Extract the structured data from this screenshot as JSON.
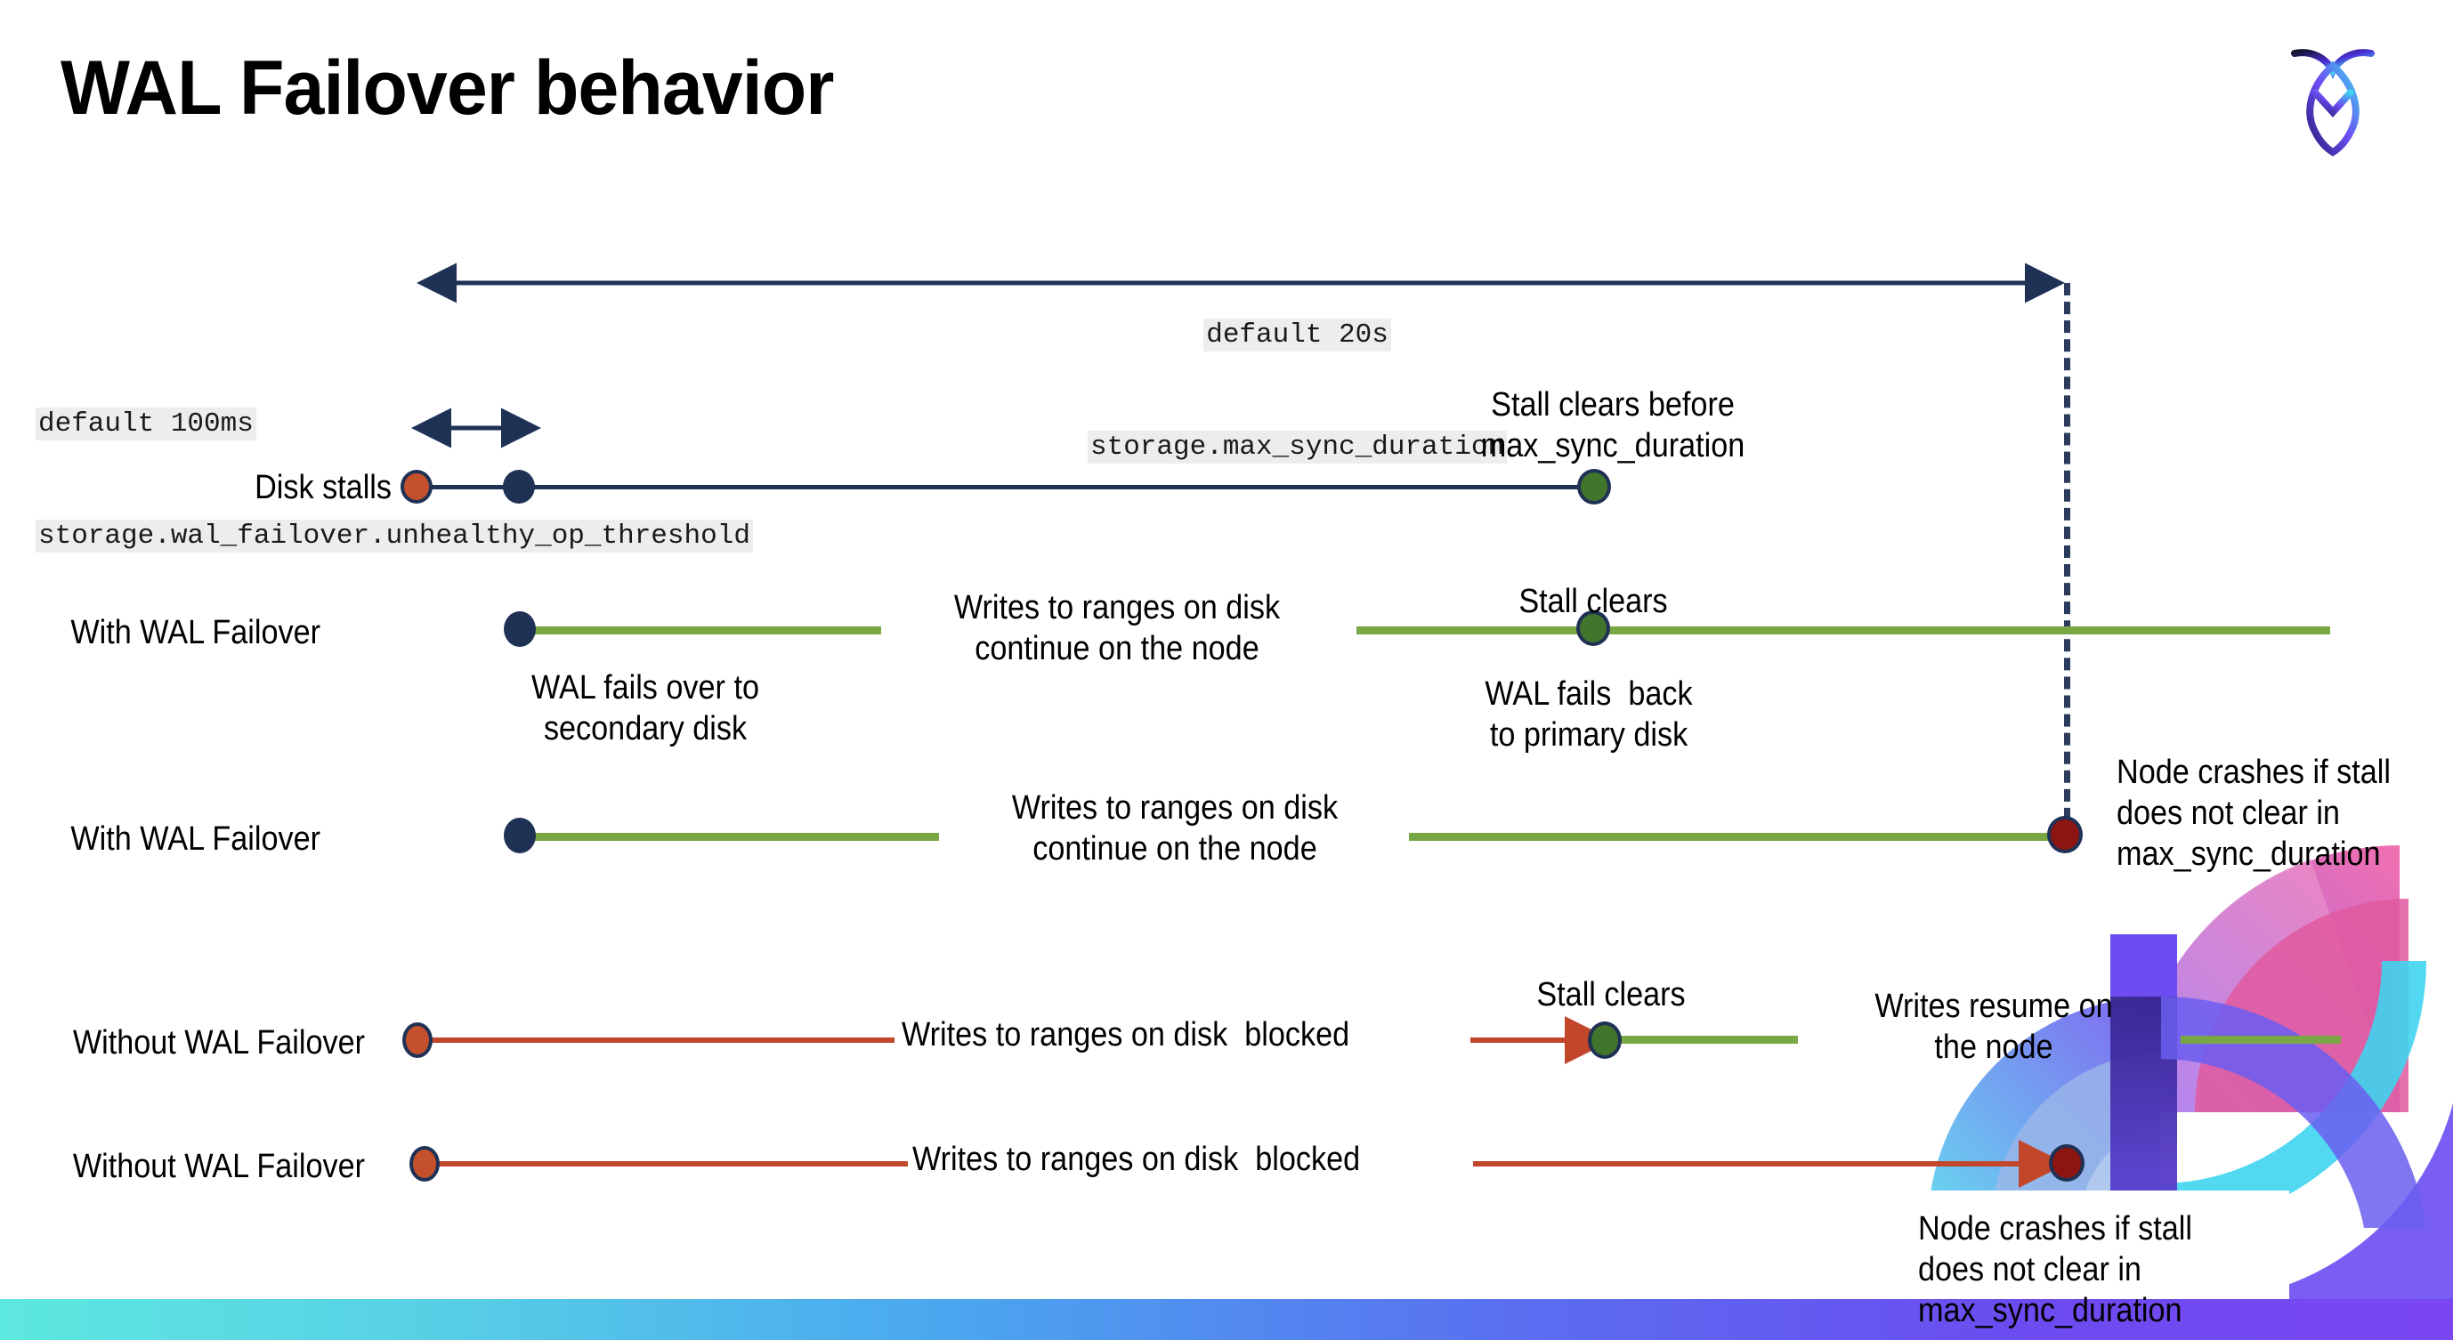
{
  "page": {
    "title": "WAL Failover behavior",
    "logo_icon": "cockroach-logo-icon"
  },
  "annotations": {
    "max_sync": {
      "line1": "default 20s",
      "line2": "storage.max_sync_duration"
    },
    "unhealthy_op": {
      "line1": "default 100ms",
      "line2": "storage.wal_failover.unhealthy_op_threshold"
    }
  },
  "rows": [
    {
      "id": "disk-stalls",
      "label": "Disk stalls",
      "note_above": "Stall clears before\nmax_sync_duration"
    },
    {
      "id": "with-wal-failover-1",
      "label": "With WAL Failover",
      "note_mid": "Writes to ranges on disk\ncontinue on the node",
      "note_below_left": "WAL fails over to\nsecondary disk",
      "note_above_right": "Stall clears",
      "note_below_right": "WAL fails  back\nto primary disk"
    },
    {
      "id": "with-wal-failover-2",
      "label": "With WAL Failover",
      "note_mid": "Writes to ranges on disk\ncontinue on the node",
      "note_right": "Node crashes if stall\ndoes not clear in\nmax_sync_duration"
    },
    {
      "id": "without-wal-failover-1",
      "label": "Without WAL Failover",
      "note_mid": "Writes to ranges on disk  blocked",
      "note_above_right": "Stall clears",
      "note_right": "Writes resume on\nthe node"
    },
    {
      "id": "without-wal-failover-2",
      "label": "Without WAL Failover",
      "note_mid": "Writes to ranges on disk  blocked",
      "note_below_right": "Node crashes if stall\ndoes not clear in\nmax_sync_duration"
    }
  ],
  "colors": {
    "navy": "#1f3155",
    "green_line": "#79a746",
    "green_dot": "#41752b",
    "orange_line": "#c2462a",
    "orange_dot": "#c4512c",
    "dark_red_dot": "#8c1511",
    "code_chip_bg": "#eceded",
    "bottom_bar_from": "#5de8e0",
    "bottom_bar_to": "#7a46f2"
  }
}
